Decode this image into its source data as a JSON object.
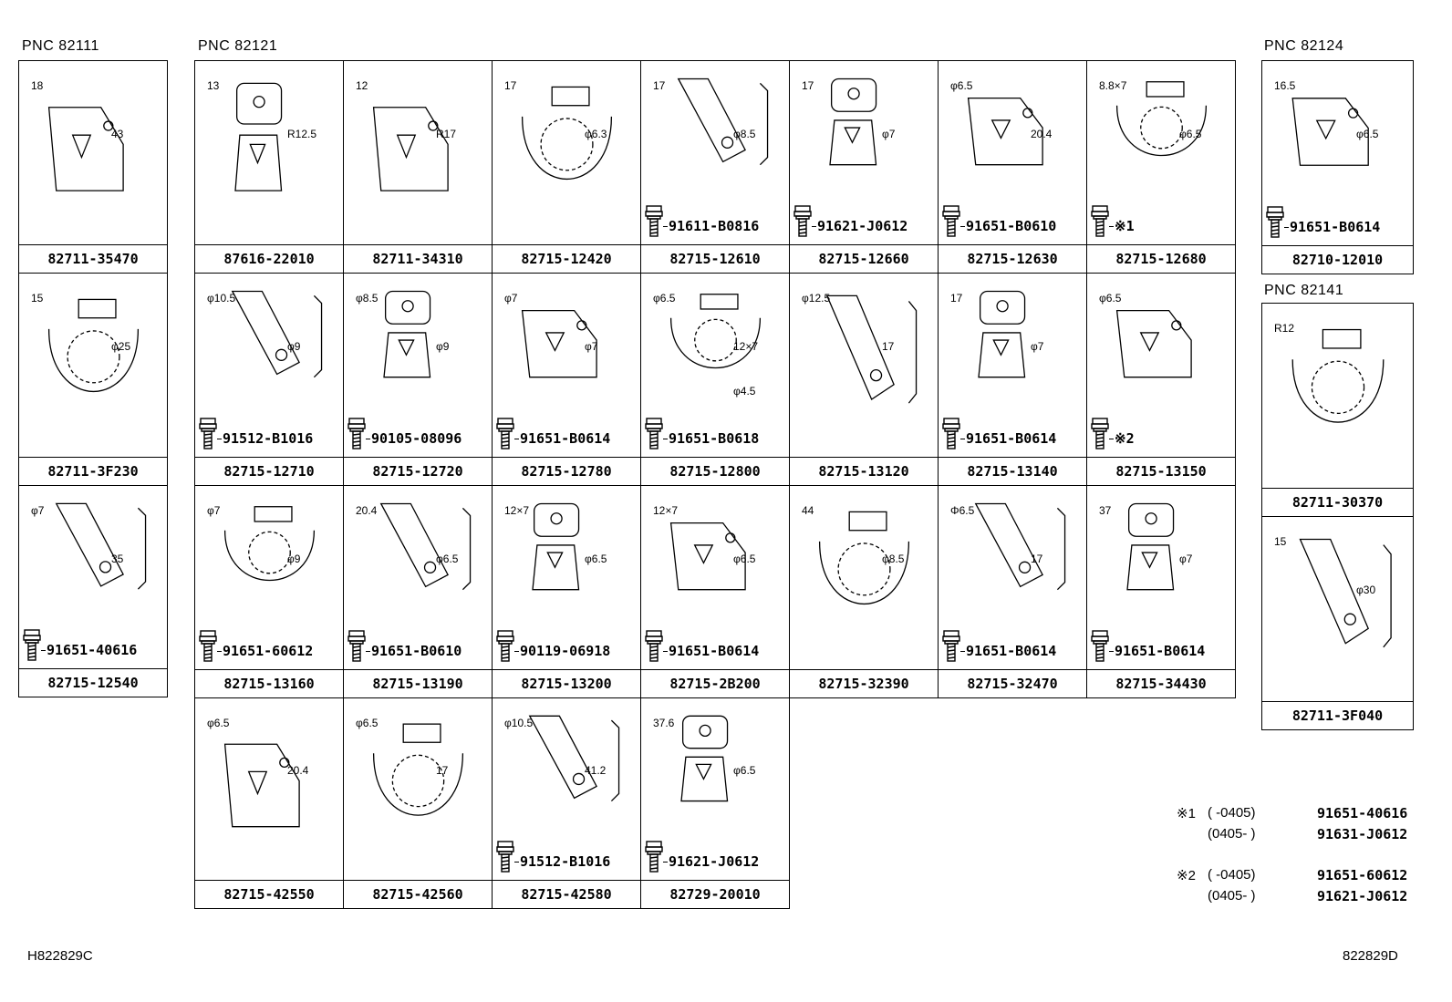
{
  "groups": {
    "pnc82111": {
      "label": "PNC 82111",
      "parts": [
        {
          "pn": "82711-35470",
          "dims": [
            "18",
            "43"
          ]
        },
        {
          "pn": "82711-3F230",
          "dims": [
            "15",
            "φ25"
          ]
        },
        {
          "pn": "82715-12540",
          "dims": [
            "φ7",
            "35"
          ],
          "bolt": "91651-40616"
        }
      ]
    },
    "pnc82121": {
      "label": "PNC 82121",
      "parts": [
        {
          "pn": "87616-22010",
          "dims": [
            "13",
            "R12.5"
          ]
        },
        {
          "pn": "82711-34310",
          "dims": [
            "12",
            "R17"
          ]
        },
        {
          "pn": "82715-12420",
          "dims": [
            "17",
            "φ6.3"
          ]
        },
        {
          "pn": "82715-12610",
          "dims": [
            "17",
            "φ8.5"
          ],
          "bolt": "91611-B0816"
        },
        {
          "pn": "82715-12660",
          "dims": [
            "17",
            "φ7"
          ],
          "bolt": "91621-J0612"
        },
        {
          "pn": "82715-12630",
          "dims": [
            "φ6.5",
            "20.4"
          ],
          "bolt": "91651-B0610"
        },
        {
          "pn": "82715-12680",
          "dims": [
            "8.8×7",
            "φ6.5"
          ],
          "bolt": "※1"
        },
        {
          "pn": "82715-12710",
          "dims": [
            "φ10.5",
            "φ9"
          ],
          "bolt": "91512-B1016"
        },
        {
          "pn": "82715-12720",
          "dims": [
            "φ8.5",
            "φ9"
          ],
          "bolt": "90105-08096"
        },
        {
          "pn": "82715-12780",
          "dims": [
            "φ7",
            "φ7"
          ],
          "bolt": "91651-B0614"
        },
        {
          "pn": "82715-12800",
          "dims": [
            "φ6.5",
            "12×7",
            "φ4.5"
          ],
          "bolt": "91651-B0618"
        },
        {
          "pn": "82715-13120",
          "dims": [
            "φ12.5",
            "17"
          ]
        },
        {
          "pn": "82715-13140",
          "dims": [
            "17",
            "φ7"
          ],
          "bolt": "91651-B0614"
        },
        {
          "pn": "82715-13150",
          "dims": [
            "φ6.5"
          ],
          "bolt": "※2"
        },
        {
          "pn": "82715-13160",
          "dims": [
            "φ7",
            "φ9"
          ],
          "bolt": "91651-60612"
        },
        {
          "pn": "82715-13190",
          "dims": [
            "20.4",
            "φ6.5"
          ],
          "bolt": "91651-B0610"
        },
        {
          "pn": "82715-13200",
          "dims": [
            "12×7",
            "φ6.5"
          ],
          "bolt": "90119-06918"
        },
        {
          "pn": "82715-2B200",
          "dims": [
            "12×7",
            "φ6.5"
          ],
          "bolt": "91651-B0614"
        },
        {
          "pn": "82715-32390",
          "dims": [
            "44",
            "φ8.5"
          ]
        },
        {
          "pn": "82715-32470",
          "dims": [
            "Φ6.5",
            "17"
          ],
          "bolt": "91651-B0614"
        },
        {
          "pn": "82715-34430",
          "dims": [
            "37",
            "φ7"
          ],
          "bolt": "91651-B0614"
        },
        {
          "pn": "82715-42550",
          "dims": [
            "φ6.5",
            "20.4"
          ]
        },
        {
          "pn": "82715-42560",
          "dims": [
            "φ6.5",
            "17"
          ]
        },
        {
          "pn": "82715-42580",
          "dims": [
            "φ10.5",
            "41.2"
          ],
          "bolt": "91512-B1016"
        },
        {
          "pn": "82729-20010",
          "dims": [
            "37.6",
            "φ6.5"
          ],
          "bolt": "91621-J0612"
        }
      ]
    },
    "pnc82124": {
      "label": "PNC 82124",
      "parts": [
        {
          "pn": "82710-12010",
          "dims": [
            "16.5",
            "φ6.5"
          ],
          "bolt": "91651-B0614"
        }
      ]
    },
    "pnc82141": {
      "label": "PNC 82141",
      "parts": [
        {
          "pn": "82711-30370",
          "dims": [
            "R12"
          ]
        },
        {
          "pn": "82711-3F040",
          "dims": [
            "15",
            "φ30"
          ]
        }
      ]
    }
  },
  "notes": [
    {
      "mark": "※1",
      "range": "(      -0405)",
      "pn": "91651-40616"
    },
    {
      "mark": "",
      "range": "(0405-      )",
      "pn": "91631-J0612"
    },
    {
      "mark": "※2",
      "range": "(      -0405)",
      "pn": "91651-60612"
    },
    {
      "mark": "",
      "range": "(0405-      )",
      "pn": "91621-J0612"
    }
  ],
  "footer": {
    "left_code": "H822829C",
    "right_code": "822829D"
  }
}
